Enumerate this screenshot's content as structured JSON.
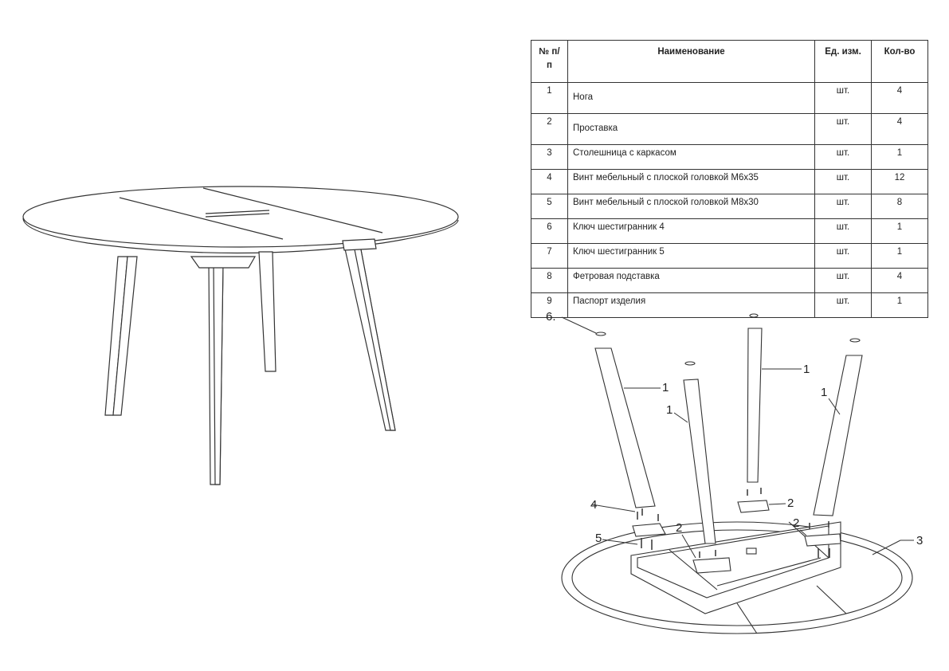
{
  "table": {
    "headers": {
      "num": "№ п/п",
      "name": "Наименование",
      "unit": "Ед. изм.",
      "qty": "Кол-во"
    },
    "rows": [
      {
        "num": "1",
        "name": "Нога",
        "unit": "шт.",
        "qty": "4"
      },
      {
        "num": "2",
        "name": "Проставка",
        "unit": "шт.",
        "qty": "4"
      },
      {
        "num": "3",
        "name": "Столешница с каркасом",
        "unit": "шт.",
        "qty": "1"
      },
      {
        "num": "4",
        "name": "Винт мебельный с плоской головкой М6х35",
        "unit": "шт.",
        "qty": "12"
      },
      {
        "num": "5",
        "name": "Винт мебельный с плоской головкой М8х30",
        "unit": "шт.",
        "qty": "8"
      },
      {
        "num": "6",
        "name": "Ключ шестигранник 4",
        "unit": "шт.",
        "qty": "1"
      },
      {
        "num": "7",
        "name": "Ключ шестигранник 5",
        "unit": "шт.",
        "qty": "1"
      },
      {
        "num": "8",
        "name": "Фетровая подставка",
        "unit": "шт.",
        "qty": "4"
      },
      {
        "num": "9",
        "name": "Паспорт изделия",
        "unit": "шт.",
        "qty": "1"
      }
    ]
  },
  "callouts": {
    "felt_pad": "6.",
    "leg_a": "1",
    "leg_b": "1",
    "leg_c": "1",
    "leg_d": "1",
    "spacer_a": "2",
    "spacer_b": "2",
    "spacer_c": "2",
    "tabletop": "3",
    "screw_m6": "4",
    "screw_m8": "5"
  }
}
